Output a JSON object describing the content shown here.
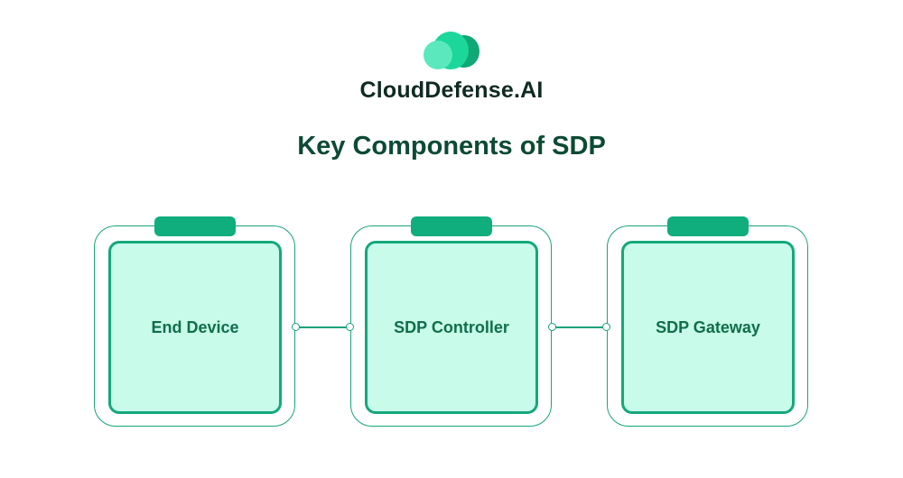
{
  "brand": {
    "name": "CloudDefense.AI",
    "logo_icon": "cloud-logo-icon",
    "colors": {
      "light": "#5ce8bd",
      "mid": "#1bd79a",
      "dark": "#10a874"
    }
  },
  "diagram": {
    "title": "Key Components of SDP",
    "components": [
      {
        "label": "End Device"
      },
      {
        "label": "SDP Controller"
      },
      {
        "label": "SDP Gateway"
      }
    ],
    "connections": [
      {
        "from": "End Device",
        "to": "SDP Controller"
      },
      {
        "from": "SDP Controller",
        "to": "SDP Gateway"
      }
    ],
    "colors": {
      "accent": "#0fae7c",
      "fill": "#c8fbe9",
      "text": "#0f6e4b",
      "title": "#0c4a33"
    }
  }
}
